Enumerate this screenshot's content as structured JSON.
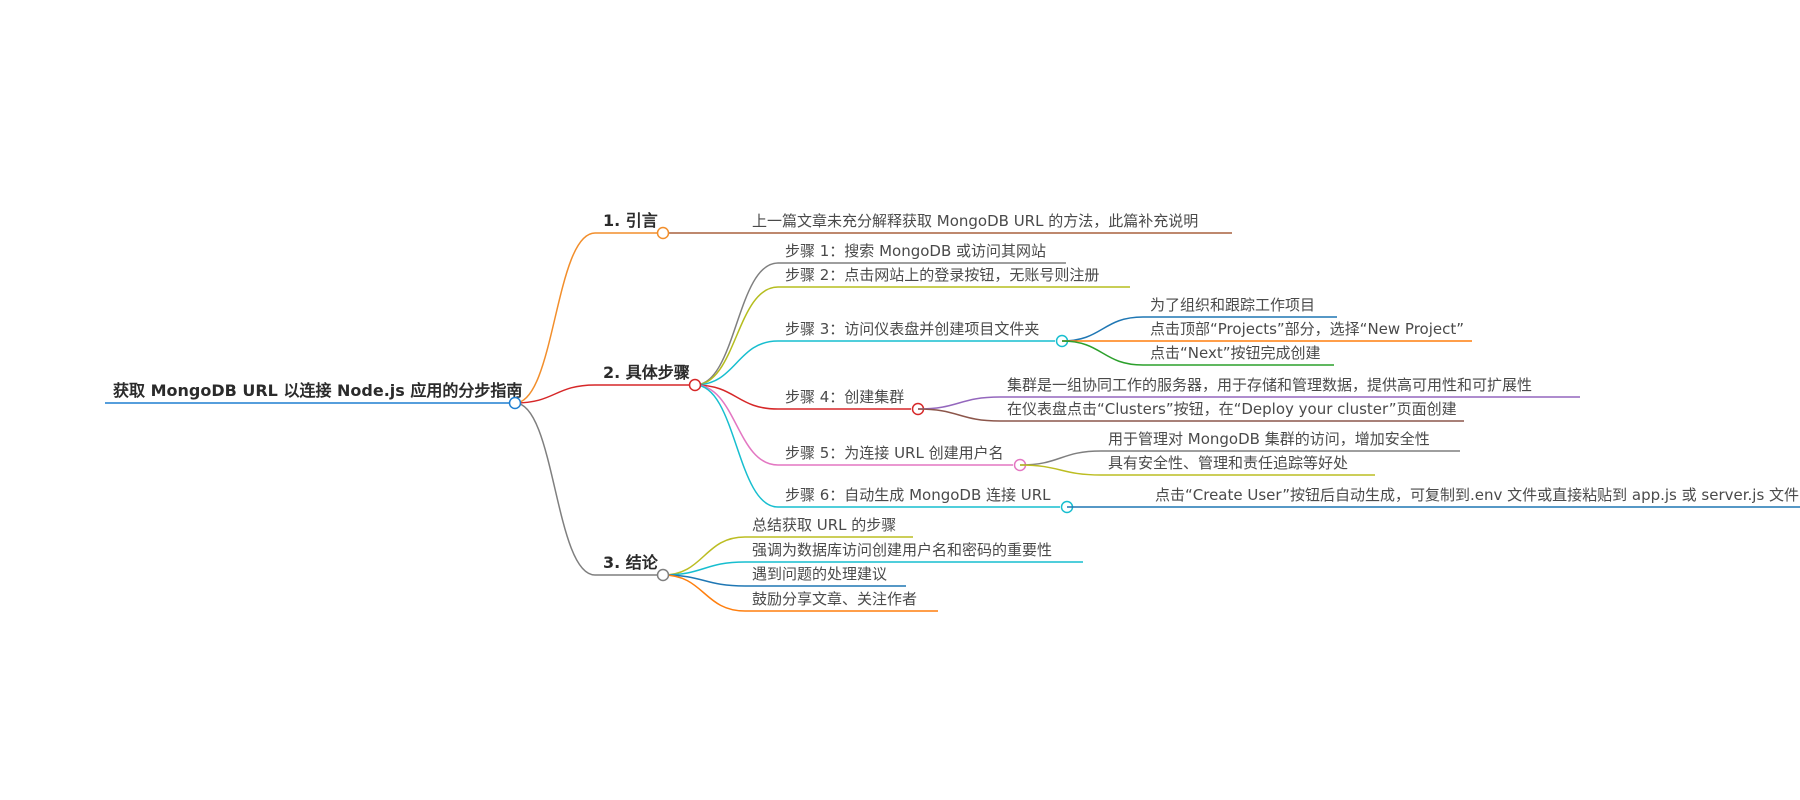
{
  "mindmap": {
    "root": {
      "label": "获取 MongoDB URL 以连接 Node.js 应用的分步指南",
      "color": "#1f7fd1"
    },
    "branches": [
      {
        "label": "1. 引言",
        "color": "#f28e2b",
        "children": [
          {
            "label": "上一篇文章未充分解释获取 MongoDB URL 的方法，此篇补充说明",
            "color": "#a9603f",
            "children": []
          }
        ]
      },
      {
        "label": "2. 具体步骤",
        "color": "#d62728",
        "children": [
          {
            "label": "步骤 1：搜索 MongoDB 或访问其网站",
            "color": "#7f7f7f",
            "children": []
          },
          {
            "label": "步骤 2：点击网站上的登录按钮，无账号则注册",
            "color": "#b5bd1f",
            "children": []
          },
          {
            "label": "步骤 3：访问仪表盘并创建项目文件夹",
            "color": "#17becf",
            "children": [
              {
                "label": "为了组织和跟踪工作项目",
                "color": "#1f77b4"
              },
              {
                "label": "点击顶部“Projects”部分，选择“New Project”",
                "color": "#ff7f0e"
              },
              {
                "label": "点击“Next”按钮完成创建",
                "color": "#2ca02c"
              }
            ]
          },
          {
            "label": "步骤 4：创建集群",
            "color": "#d62728",
            "children": [
              {
                "label": "集群是一组协同工作的服务器，用于存储和管理数据，提供高可用性和可扩展性",
                "color": "#9467bd"
              },
              {
                "label": "在仪表盘点击“Clusters”按钮，在“Deploy your cluster”页面创建",
                "color": "#8c564b"
              }
            ]
          },
          {
            "label": "步骤 5：为连接 URL 创建用户名",
            "color": "#e377c2",
            "children": [
              {
                "label": "用于管理对 MongoDB 集群的访问，增加安全性",
                "color": "#7f7f7f"
              },
              {
                "label": "具有安全性、管理和责任追踪等好处",
                "color": "#bcbd22"
              }
            ]
          },
          {
            "label": "步骤 6：自动生成 MongoDB 连接 URL",
            "color": "#17becf",
            "children": [
              {
                "label": "点击“Create User”按钮后自动生成，可复制到.env 文件或直接粘贴到 app.js 或 server.js 文件",
                "color": "#1f77b4"
              }
            ]
          }
        ]
      },
      {
        "label": "3. 结论",
        "color": "#7f7f7f",
        "children": [
          {
            "label": "总结获取 URL 的步骤",
            "color": "#bcbd22",
            "children": []
          },
          {
            "label": "强调为数据库访问创建用户名和密码的重要性",
            "color": "#17becf",
            "children": []
          },
          {
            "label": "遇到问题的处理建议",
            "color": "#1f77b4",
            "children": []
          },
          {
            "label": "鼓励分享文章、关注作者",
            "color": "#ff7f0e",
            "children": []
          }
        ]
      }
    ]
  }
}
